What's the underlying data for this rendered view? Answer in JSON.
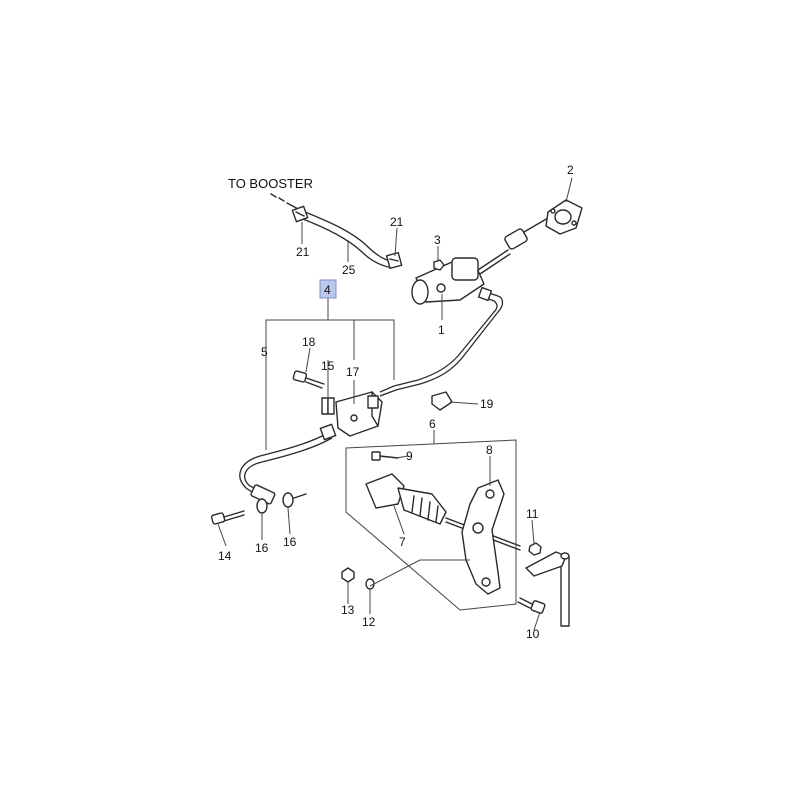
{
  "annotation": {
    "text": "TO BOOSTER"
  },
  "callouts": {
    "c1": "1",
    "c2": "2",
    "c3": "3",
    "c4": "4",
    "c5": "5",
    "c6": "6",
    "c7": "7",
    "c8": "8",
    "c9": "9",
    "c10": "10",
    "c11": "11",
    "c12": "12",
    "c13": "13",
    "c14": "14",
    "c15": "15",
    "c16a": "16",
    "c16b": "16",
    "c17": "17",
    "c18": "18",
    "c19": "19",
    "c21a": "21",
    "c21b": "21",
    "c25": "25"
  },
  "highlight": {
    "part": "4",
    "color": "#b9c8ec"
  }
}
